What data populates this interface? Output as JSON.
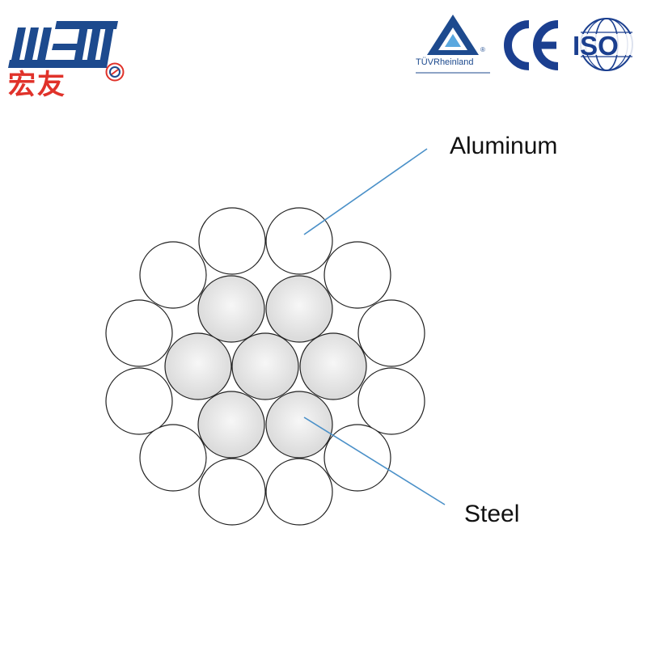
{
  "header": {
    "company_logo_text": "宏友",
    "certifications": {
      "tuv": "TÜVRheinland",
      "tuv_registered_mark": "®",
      "ce": "CE",
      "iso": "ISO"
    }
  },
  "diagram": {
    "labels": {
      "aluminum": "Aluminum",
      "steel": "Steel"
    },
    "colors": {
      "steel_fill": "#d9d9d9",
      "aluminum_fill": "#ffffff",
      "stroke": "#222222",
      "leader_line": "#4a90c8",
      "logo_blue": "#1d4a8e",
      "logo_red": "#e0322a"
    }
  }
}
